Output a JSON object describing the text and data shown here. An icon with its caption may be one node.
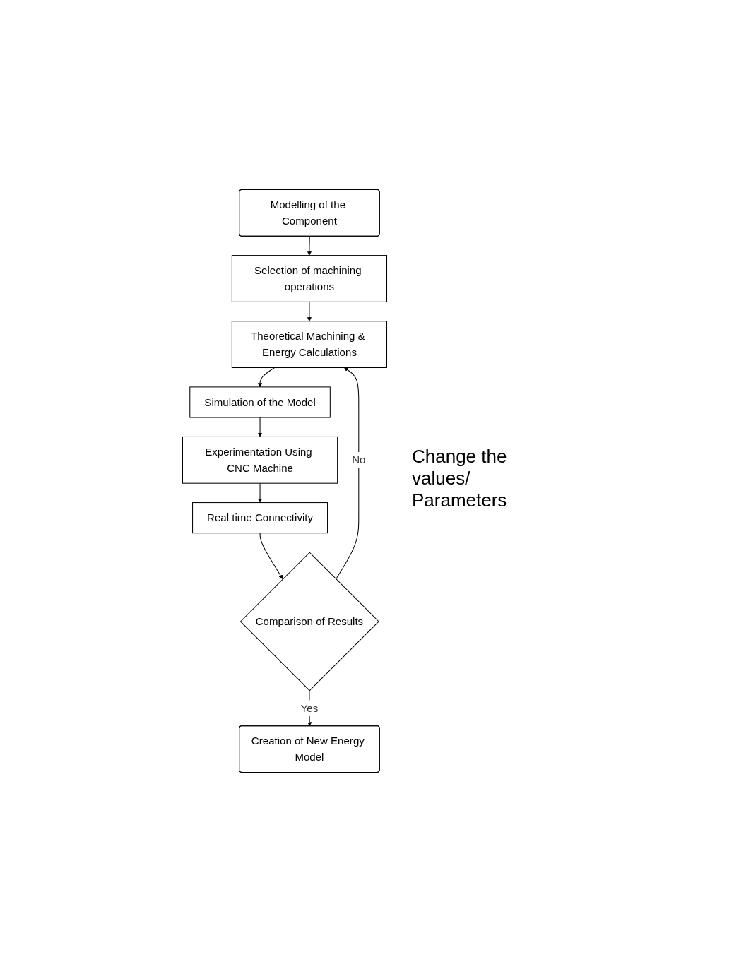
{
  "diagram": {
    "nodes": [
      {
        "text": [
          "Modelling of the Component"
        ]
      },
      {
        "text": [
          "Selection of machining operations"
        ]
      },
      {
        "text": [
          "Theoretical Machining & Energy Calculations"
        ]
      },
      {
        "text": [
          "Simulation of the Model"
        ]
      },
      {
        "text": [
          "Experimentation Using CNC Machine"
        ]
      },
      {
        "text": [
          "Real time Connectivity"
        ]
      },
      {
        "text": [
          "Comparison of Results"
        ]
      },
      {
        "text": [
          "Creation of New Energy Model"
        ]
      }
    ],
    "edges": [
      {
        "from": 0,
        "to": 1,
        "arrow": "to"
      },
      {
        "from": 1,
        "to": 2,
        "arrow": "to"
      },
      {
        "from": 2,
        "to": 3,
        "arrow": "to"
      },
      {
        "from": 3,
        "to": 4,
        "arrow": "to"
      },
      {
        "from": 4,
        "to": 5,
        "arrow": "to"
      },
      {
        "from": 5,
        "to": 6,
        "arrow": "to"
      },
      {
        "from": 6,
        "to": 7,
        "label": "Yes",
        "arrow": "to"
      },
      {
        "from": 6,
        "to": 2,
        "label": "No",
        "arrow": "to"
      }
    ],
    "labels": [
      "Change the values/ Parameters"
    ]
  }
}
